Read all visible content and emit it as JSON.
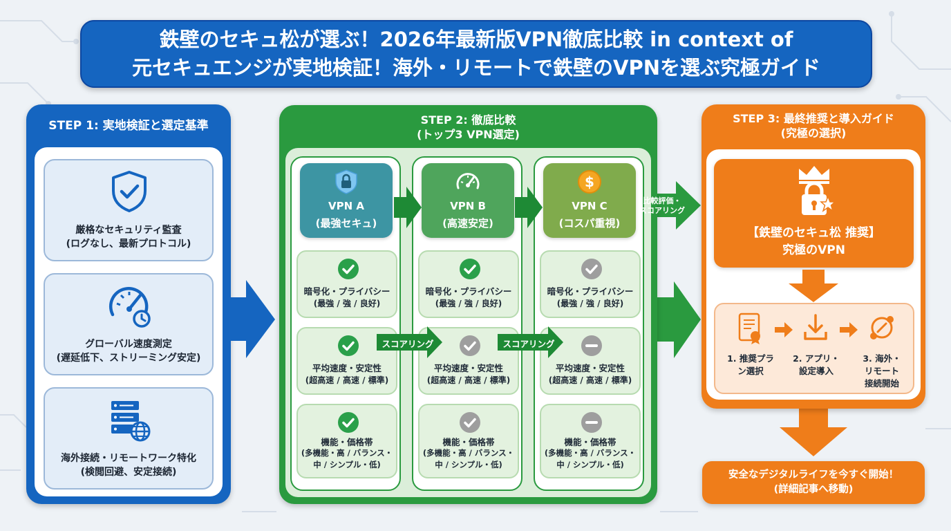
{
  "title": {
    "line1": "鉄壁のセキュ松が選ぶ！2026年最新版VPN徹底比較 in context of",
    "line2": "元セキュエンジが実地検証！海外・リモートで鉄壁のVPNを選ぶ究極ガイド"
  },
  "step1": {
    "heading": "STEP 1: 実地検証と選定基準",
    "cards": [
      {
        "line1": "厳格なセキュリティ監査",
        "line2": "(ログなし、最新プロトコル)",
        "icon": "shield-check-icon"
      },
      {
        "line1": "グローバル速度測定",
        "line2": "(遅延低下、ストリーミング安定)",
        "icon": "speedometer-clock-icon"
      },
      {
        "line1": "海外接続・リモートワーク特化",
        "line2": "(検閲回避、安定接続)",
        "icon": "server-globe-icon"
      }
    ]
  },
  "step2": {
    "heading_line1": "STEP 2: 徹底比較",
    "heading_line2": "(トップ3 VPN選定)",
    "vpns": [
      {
        "name": "VPN A",
        "sub": "(最強セキュ)",
        "icon": "lock-shield-icon",
        "color": "#3d95a3",
        "rows": [
          {
            "status": "check",
            "l1": "暗号化・プライバシー",
            "l2": "(最強 / 強 / 良好)"
          },
          {
            "status": "check",
            "l1": "平均速度・安定性",
            "l2": "(超高速 / 高速 / 標準)"
          },
          {
            "status": "check",
            "l1": "機能・価格帯",
            "l2": "(多機能・高 / バランス・",
            "l3": "中 / シンプル・低)"
          }
        ]
      },
      {
        "name": "VPN B",
        "sub": "(高速安定)",
        "icon": "speedometer-icon",
        "color": "#4fa55c",
        "rows": [
          {
            "status": "check",
            "l1": "暗号化・プライバシー",
            "l2": "(最強 / 強 / 良好)"
          },
          {
            "status": "check-gray",
            "l1": "平均速度・安定性",
            "l2": "(超高速 / 高速 / 標準)"
          },
          {
            "status": "check-gray",
            "l1": "機能・価格帯",
            "l2": "(多機能・高 / バランス・",
            "l3": "中 / シンプル・低)"
          }
        ]
      },
      {
        "name": "VPN C",
        "sub": "(コスパ重視)",
        "icon": "dollar-coin-icon",
        "color": "#80ab4c",
        "rows": [
          {
            "status": "check-gray",
            "l1": "暗号化・プライバシー",
            "l2": "(最強 / 強 / 良好)"
          },
          {
            "status": "minus",
            "l1": "平均速度・安定性",
            "l2": "(超高速 / 高速 / 標準)"
          },
          {
            "status": "minus",
            "l1": "機能・価格帯",
            "l2": "(多機能・高 / バランス・",
            "l3": "中 / シンプル・低)"
          }
        ]
      }
    ],
    "scoring_label_1": "スコアリング",
    "scoring_label_2": "スコアリング",
    "eval_label_line1": "比較評価・",
    "eval_label_line2": "スコアリング"
  },
  "step3": {
    "heading_line1": "STEP 3: 最終推奨と導入ガイド",
    "heading_line2": "(究極の選択)",
    "rec_line1": "【鉄壁のセキュ松 推奨】",
    "rec_line2": "究極のVPN",
    "rec_icon": "crown-lock-star-icon",
    "steps": [
      {
        "line1": "1. 推奨プラ",
        "line2": "ン選択",
        "icon": "certificate-icon"
      },
      {
        "line1": "2. アプリ・",
        "line2": "設定導入",
        "icon": "download-icon"
      },
      {
        "line1": "3. 海外・",
        "line2": "リモート",
        "line3": "接続開始",
        "icon": "connection-icon"
      }
    ]
  },
  "cta": {
    "line1": "安全なデジタルライフを今すぐ開始！",
    "line2": "(詳細記事へ移動)"
  },
  "colors": {
    "blue": "#1565c0",
    "green": "#2a9a3f",
    "orange": "#ef7d1a",
    "check_green": "#2aa04a",
    "check_gray": "#9e9e9e"
  }
}
